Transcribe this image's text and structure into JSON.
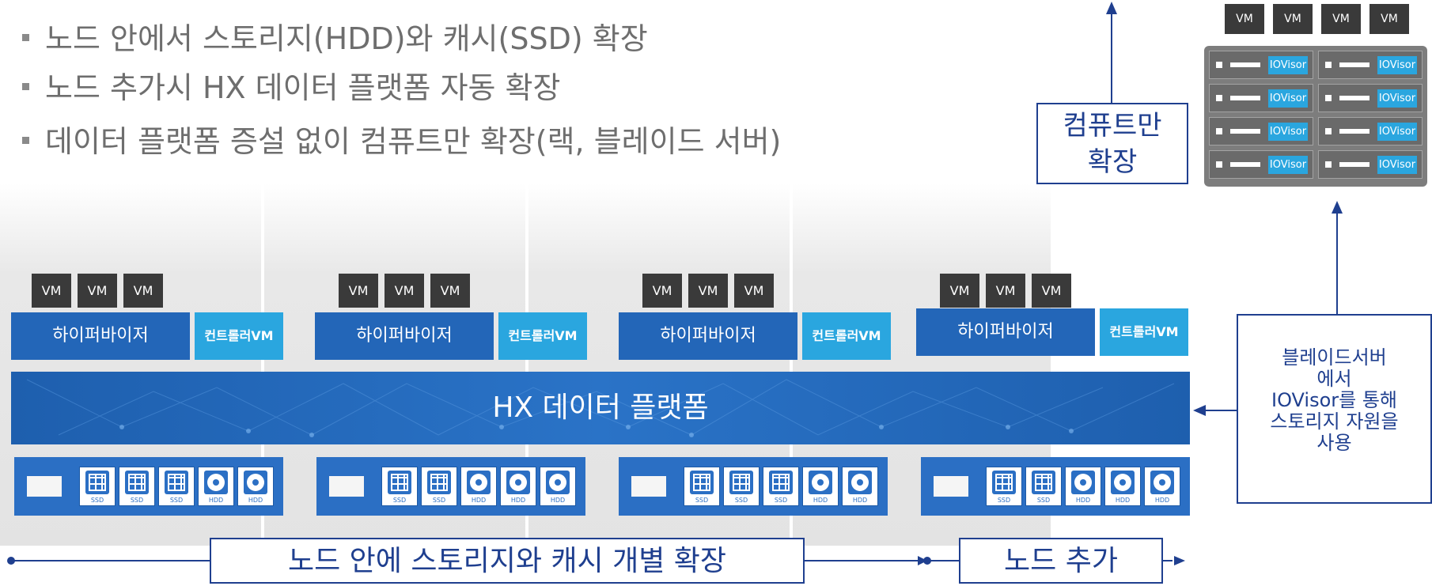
{
  "bullets": [
    "노드 안에서 스토리지(HDD)와 캐시(SSD) 확장",
    "노드 추가시 HX 데이터 플랫폼 자동 확장",
    "데이터 플랫폼 증설 없이 컴퓨트만 확장(랙, 블레이드 서버)"
  ],
  "vm_label": "VM",
  "hypervisor_label": "하이퍼바이저",
  "controller_label": "컨트롤러VM",
  "platform_label": "HX 데이터 플랫폼",
  "ssd_label": "SSD",
  "hdd_label": "HDD",
  "nodes": [
    {
      "disks": [
        "SSD",
        "SSD",
        "SSD",
        "HDD",
        "HDD"
      ]
    },
    {
      "disks": [
        "SSD",
        "SSD",
        "HDD",
        "HDD",
        "HDD"
      ]
    },
    {
      "disks": [
        "SSD",
        "SSD",
        "SSD",
        "HDD",
        "HDD"
      ]
    },
    {
      "disks": [
        "SSD",
        "SSD",
        "HDD",
        "HDD",
        "HDD"
      ]
    }
  ],
  "bottom": {
    "scale_in_node": "노드 안에 스토리지와 캐시 개별 확장",
    "add_node": "노드 추가"
  },
  "compute_only": {
    "line1": "컴퓨트만",
    "line2": "확장"
  },
  "blade_note": {
    "line1": "블레이드서버",
    "line2": "에서",
    "line3": "IOVisor를 통해",
    "line4": "스토리지 자원을",
    "line5": "사용"
  },
  "iovisor_label": "IOVisor",
  "colors": {
    "dark_blue": "#2366b8",
    "light_blue": "#2aa6df",
    "navy": "#1f3f8f",
    "vm_gray": "#3a3a3a"
  }
}
